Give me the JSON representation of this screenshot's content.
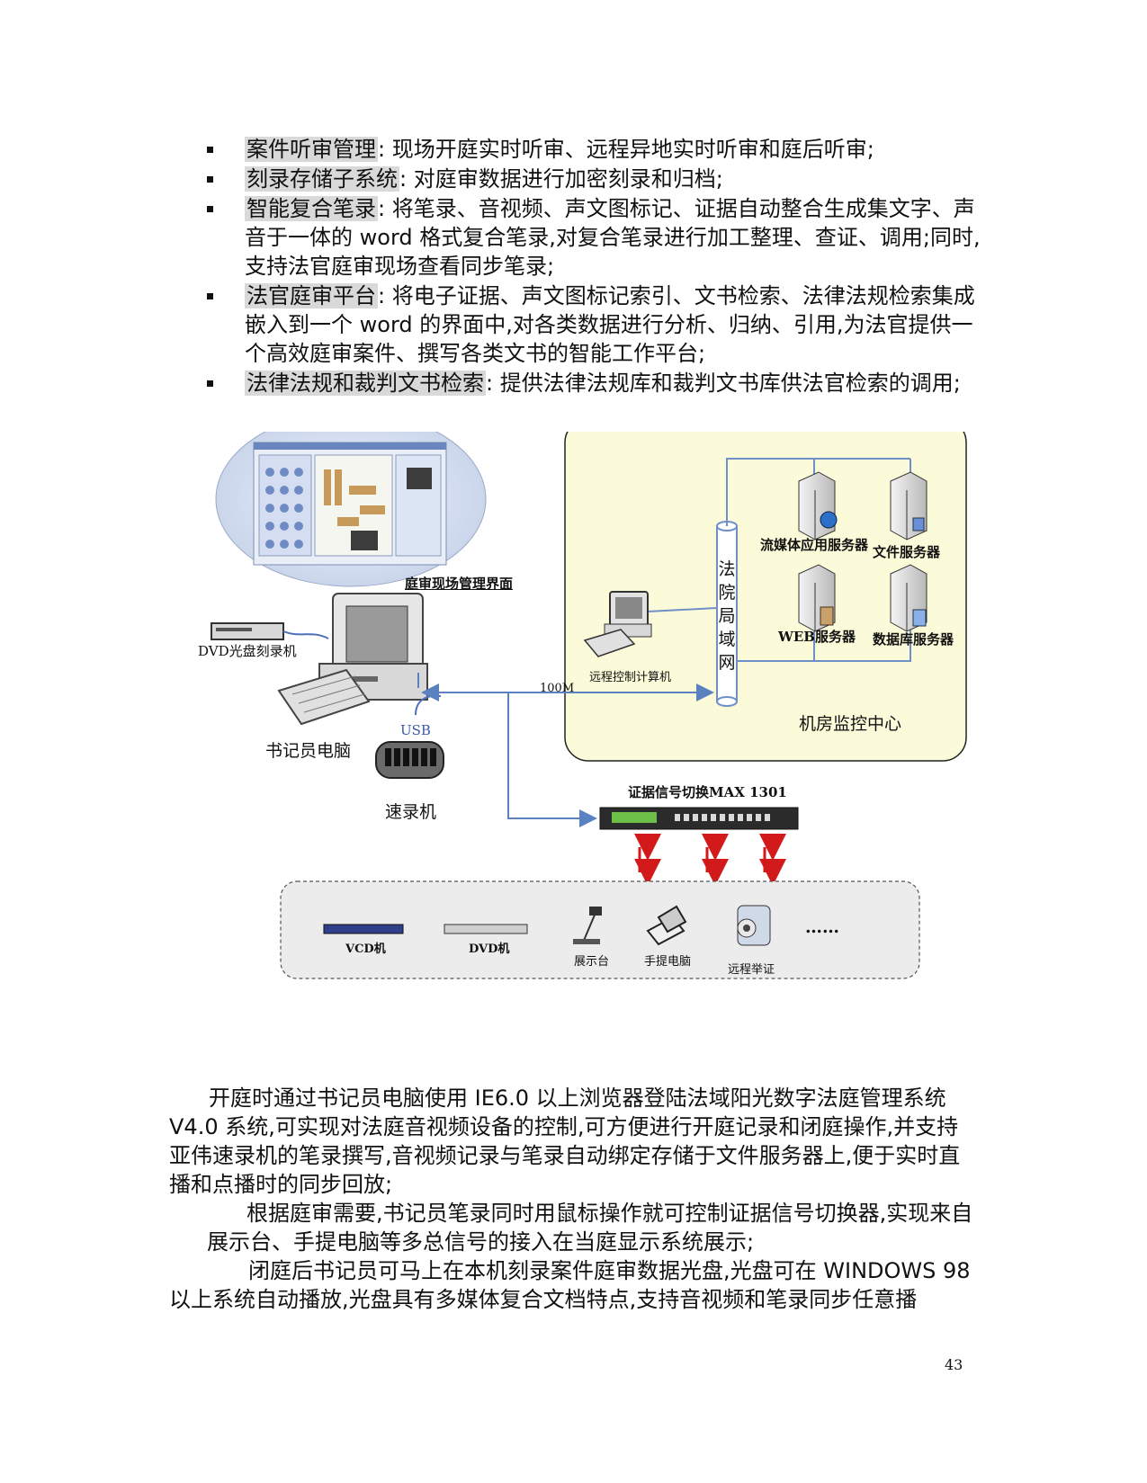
{
  "bullets": [
    {
      "term": "案件听审管理",
      "text": ": 现场开庭实时听审、远程异地实时听审和庭后听审;"
    },
    {
      "term": "刻录存储子系统",
      "text": ": 对庭审数据进行加密刻录和归档;"
    },
    {
      "term": "智能复合笔录",
      "text": ": 将笔录、音视频、声文图标记、证据自动整合生成集文字、声音于一体的 word 格式复合笔录,对复合笔录进行加工整理、查证、调用;同时,支持法官庭审现场查看同步笔录;"
    },
    {
      "term": "法官庭审平台",
      "text": ": 将电子证据、声文图标记索引、文书检索、法律法规检索集成嵌入到一个 word 的界面中,对各类数据进行分析、归纳、引用,为法官提供一个高效庭审案件、撰写各类文书的智能工作平台;"
    },
    {
      "term": "法律法规和裁判文书检索",
      "text": ": 提供法律法规库和裁判文书库供法官检索的调用;"
    }
  ],
  "diagram": {
    "screen_caption": "庭审现场管理界面",
    "dvd_burner": "DVD光盘刻录机",
    "clerk_pc": "书记员电脑",
    "usb": "USB",
    "stenotype": "速录机",
    "speed": "100M",
    "remote_pc": "远程控制计算机",
    "lan": "法院局域网",
    "streaming_server": "流媒体应用服务器",
    "file_server": "文件服务器",
    "web_server": "WEB服务器",
    "db_server": "数据库服务器",
    "monitor_center": "机房监控中心",
    "switcher": "证据信号切换MAX 1301",
    "devices": {
      "vcd": "VCD机",
      "dvd": "DVD机",
      "projector": "展示台",
      "laptop": "手提电脑",
      "remote_evidence": "远程举证",
      "more": "……"
    }
  },
  "paragraphs": {
    "p1": "开庭时通过书记员电脑使用 IE6.0 以上浏览器登陆法域阳光数字法庭管理系统 V4.0 系统,可实现对法庭音视频设备的控制,可方便进行开庭记录和闭庭操作,并支持亚伟速录机的笔录撰写,音视频记录与笔录自动绑定存储于文件服务器上,便于实时直播和点播时的同步回放;",
    "p2": "根据庭审需要,书记员笔录同时用鼠标操作就可控制证据信号切换器,实现来自展示台、手提电脑等多总信号的接入在当庭显示系统展示;",
    "p3": "闭庭后书记员可马上在本机刻录案件庭审数据光盘,光盘可在 WINDOWS 98 以上系统自动播放,光盘具有多媒体复合文档特点,支持音视频和笔录同步任意播"
  },
  "page_number": "43"
}
